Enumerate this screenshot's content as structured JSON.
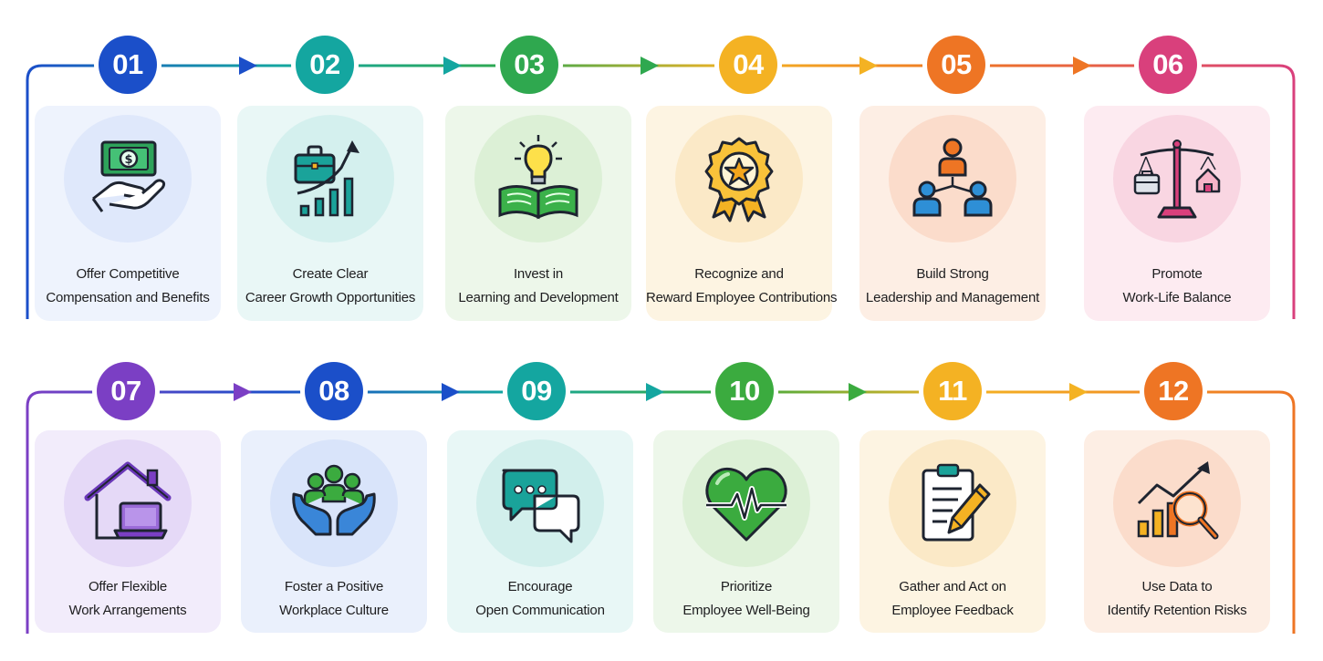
{
  "steps": [
    {
      "number": "01",
      "line1": "Offer Competitive",
      "line2": "Compensation and Benefits",
      "color": "#1b4fc9",
      "icon": "money-hand-icon"
    },
    {
      "number": "02",
      "line1": "Create Clear",
      "line2": "Career Growth Opportunities",
      "color": "#14a6a0",
      "icon": "career-growth-icon"
    },
    {
      "number": "03",
      "line1": "Invest in",
      "line2": "Learning and Development",
      "color": "#2fa84f",
      "icon": "lightbulb-book-icon"
    },
    {
      "number": "04",
      "line1": "Recognize and",
      "line2": "Reward Employee Contributions",
      "color": "#f4b223",
      "icon": "award-ribbon-icon"
    },
    {
      "number": "05",
      "line1": "Build Strong",
      "line2": "Leadership and Management",
      "color": "#ee7524",
      "icon": "leadership-team-icon"
    },
    {
      "number": "06",
      "line1": "Promote",
      "line2": "Work-Life Balance",
      "color": "#d9407c",
      "icon": "balance-scale-icon"
    },
    {
      "number": "07",
      "line1": "Offer Flexible",
      "line2": "Work Arrangements",
      "color": "#7b3fc4",
      "icon": "home-laptop-icon"
    },
    {
      "number": "08",
      "line1": "Foster a Positive",
      "line2": "Workplace Culture",
      "color": "#1b4fc9",
      "icon": "team-hands-icon"
    },
    {
      "number": "09",
      "line1": "Encourage",
      "line2": "Open Communication",
      "color": "#14a6a0",
      "icon": "chat-bubbles-icon"
    },
    {
      "number": "10",
      "line1": "Prioritize",
      "line2": "Employee Well-Being",
      "color": "#3bab3f",
      "icon": "heart-pulse-icon"
    },
    {
      "number": "11",
      "line1": "Gather and Act on",
      "line2": "Employee Feedback",
      "color": "#f4b223",
      "icon": "clipboard-pencil-icon"
    },
    {
      "number": "12",
      "line1": "Use Data to",
      "line2": "Identify Retention Risks",
      "color": "#ee7524",
      "icon": "chart-magnifier-icon"
    }
  ]
}
